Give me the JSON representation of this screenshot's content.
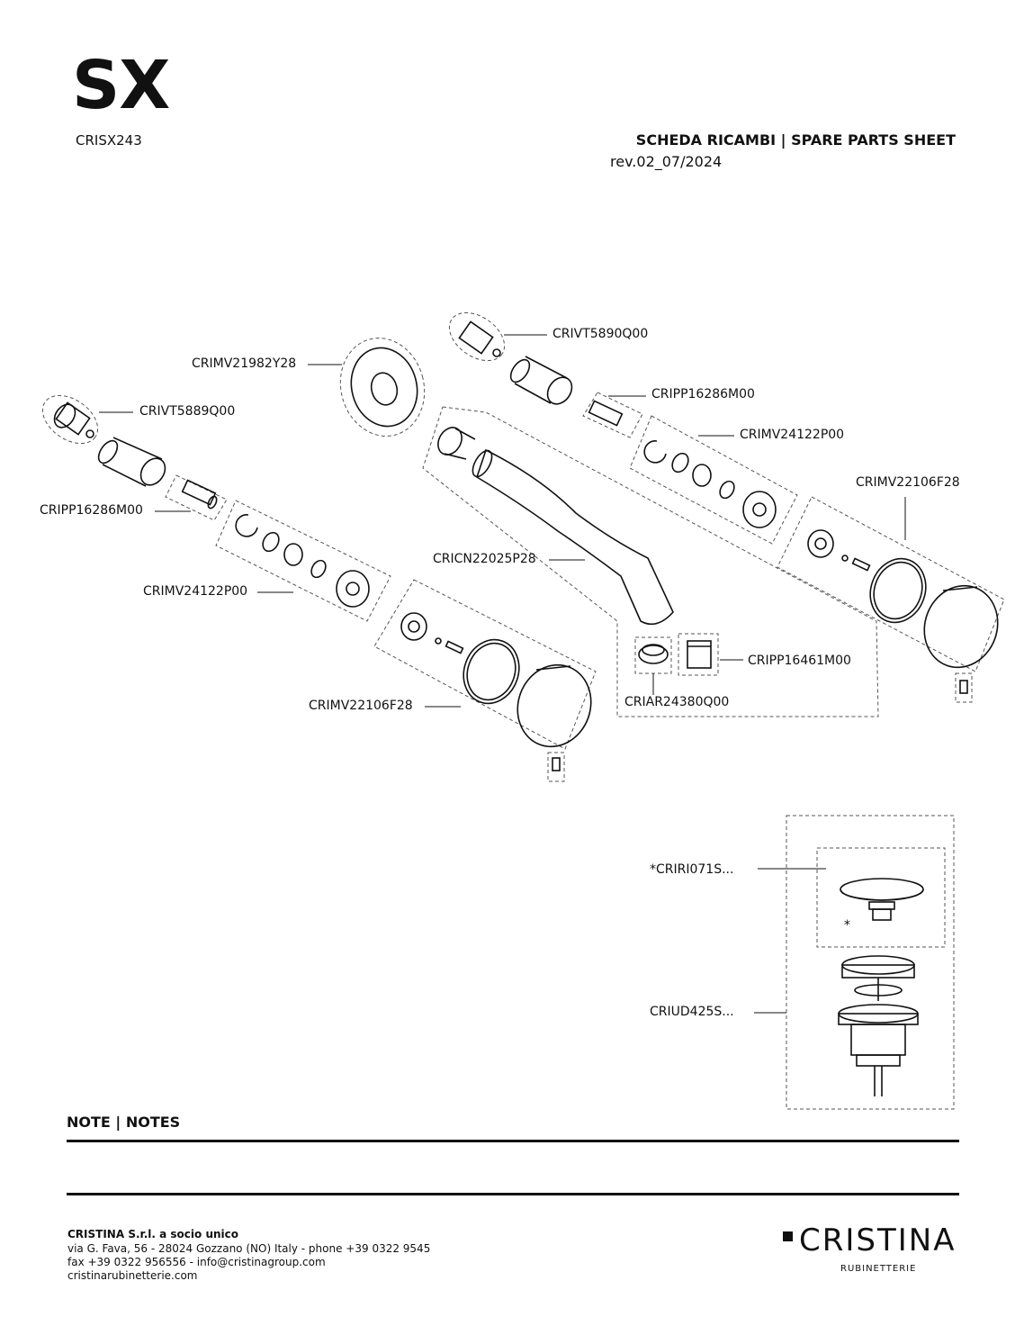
{
  "header": {
    "model": "SX",
    "code": "CRISX243",
    "sheet_title": "SCHEDA RICAMBI | SPARE PARTS SHEET",
    "revision": "rev.02_07/2024"
  },
  "parts": {
    "p1": "CRIVT5890Q00",
    "p2": "CRIMV21982Y28",
    "p3": "CRIPP16286M00",
    "p4": "CRIVT5889Q00",
    "p5": "CRIMV24122P00",
    "p6": "CRIMV22106F28",
    "p7": "CRIPP16286M00",
    "p8": "CRICN22025P28",
    "p9": "CRIMV24122P00",
    "p10": "CRIPP16461M00",
    "p11": "CRIAR24380Q00",
    "p12": "CRIMV22106F28",
    "p13": "*CRIRI071S...",
    "p14": "*",
    "p15": "CRIUD425S..."
  },
  "notes": {
    "title": "NOTE | NOTES"
  },
  "footer": {
    "company": "CRISTINA S.r.l. a socio unico",
    "address_line": "via G. Fava, 56 - 28024 Gozzano (NO) Italy - phone +39 0322 9545",
    "fax_line": "fax +39 0322 956556 - info@cristinagroup.com",
    "website": "cristinarubinetterie.com",
    "brand": "CRISTINA",
    "brand_sub": "RUBINETTERIE"
  }
}
